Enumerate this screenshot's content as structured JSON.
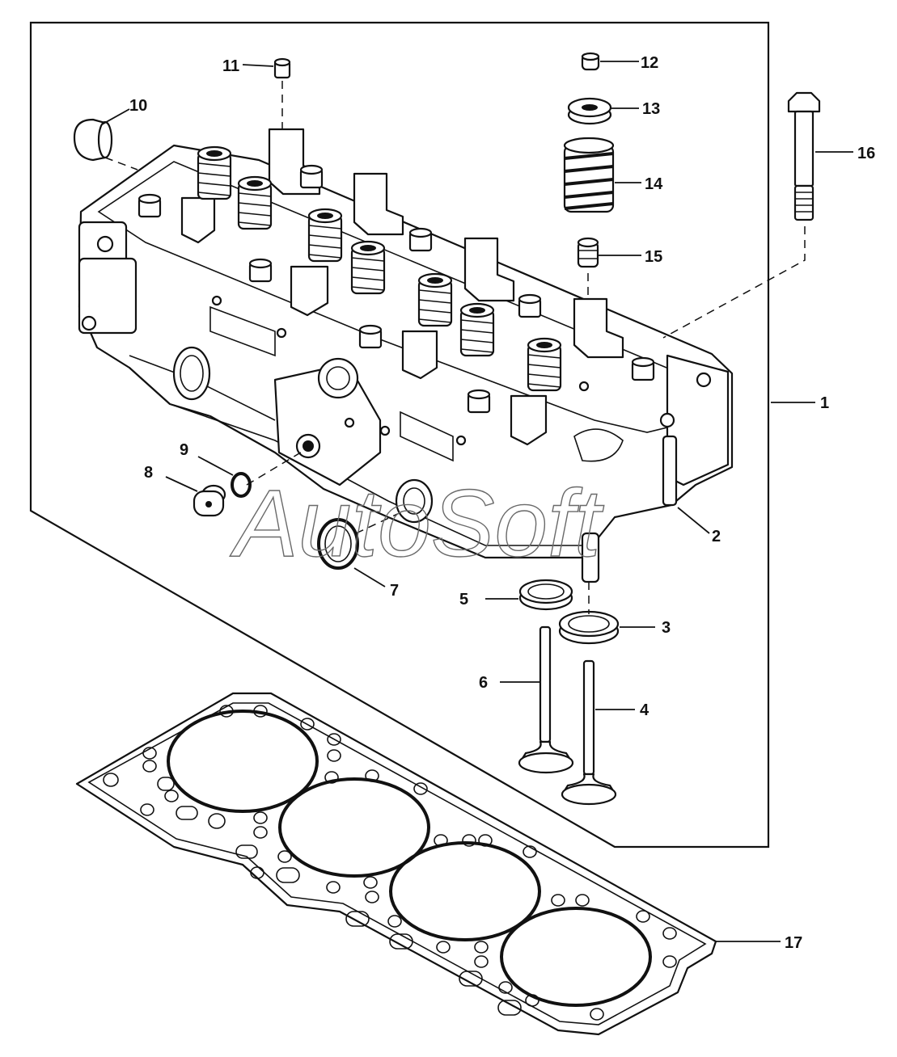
{
  "diagram": {
    "watermark": "AutoSoft",
    "callouts": [
      {
        "id": "1",
        "label": "1"
      },
      {
        "id": "2",
        "label": "2"
      },
      {
        "id": "3",
        "label": "3"
      },
      {
        "id": "4",
        "label": "4"
      },
      {
        "id": "5",
        "label": "5"
      },
      {
        "id": "6",
        "label": "6"
      },
      {
        "id": "7",
        "label": "7"
      },
      {
        "id": "8",
        "label": "8"
      },
      {
        "id": "9",
        "label": "9"
      },
      {
        "id": "10",
        "label": "10"
      },
      {
        "id": "11",
        "label": "11"
      },
      {
        "id": "12",
        "label": "12"
      },
      {
        "id": "13",
        "label": "13"
      },
      {
        "id": "14",
        "label": "14"
      },
      {
        "id": "15",
        "label": "15"
      },
      {
        "id": "16",
        "label": "16"
      },
      {
        "id": "17",
        "label": "17"
      }
    ]
  },
  "colors": {
    "ink": "#111111",
    "paper": "#ffffff",
    "watermark": "#6a6a6a"
  }
}
